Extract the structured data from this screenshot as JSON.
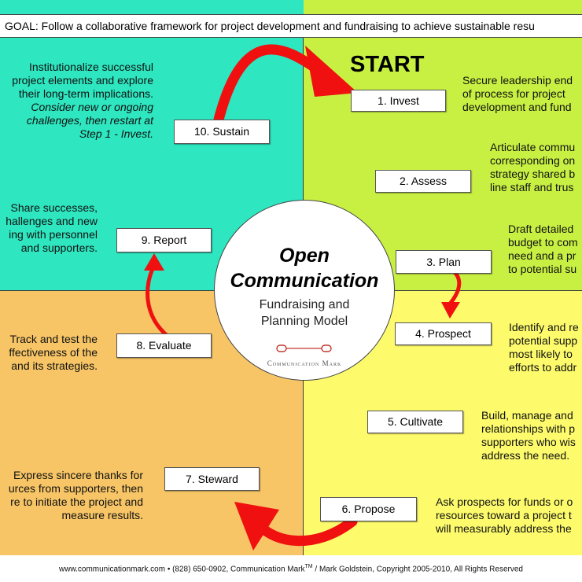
{
  "goal": "GOAL: Follow a collaborative framework for project development and fundraising to achieve sustainable resu",
  "start_label": "START",
  "center": {
    "title_line1": "Open",
    "title_line2": "Communication",
    "subtitle_line1": "Fundraising and",
    "subtitle_line2": "Planning Model",
    "brand": "Communication Mark"
  },
  "steps": {
    "invest": "1. Invest",
    "assess": "2. Assess",
    "plan": "3. Plan",
    "prospect": "4. Prospect",
    "cultivate": "5. Cultivate",
    "propose": "6. Propose",
    "steward": "7. Steward",
    "evaluate": "8. Evaluate",
    "report": "9. Report",
    "sustain": "10. Sustain"
  },
  "descriptions": {
    "sustain": [
      "Institutionalize successful",
      "project elements and explore",
      "their long-term implications."
    ],
    "sustain_italic": [
      "Consider new or ongoing",
      "challenges, then restart at",
      "Step 1 - Invest."
    ],
    "invest": [
      "Secure leadership end",
      "of process for project",
      "development and fund"
    ],
    "assess": [
      "Articulate commu",
      "corresponding on",
      "strategy shared b",
      "line staff and trus"
    ],
    "plan": [
      "Draft detailed",
      "budget to com",
      "need and a pr",
      "to potential su"
    ],
    "prospect": [
      "Identify and re",
      "potential supp",
      "most likely to",
      "efforts to addr"
    ],
    "cultivate": [
      "Build, manage and",
      "relationships with p",
      "supporters who wis",
      "address the need."
    ],
    "propose": [
      "Ask prospects for funds or o",
      "resources toward a project t",
      "will measurably address the"
    ],
    "report": [
      "Share successes,",
      "hallenges and new",
      "ing with personnel",
      "and supporters."
    ],
    "evaluate": [
      "Track and test the",
      "ffectiveness of the",
      "and its strategies."
    ],
    "steward": [
      "Express sincere thanks for",
      "urces from supporters, then",
      "re to initiate the project and",
      "measure results."
    ]
  },
  "footer": {
    "before_tm": "www.communicationmark.com • (828) 650-0902, Communication Mark",
    "tm": "TM",
    "after_tm": " / Mark Goldstein, Copyright 2005-2010, All Rights Reserved"
  },
  "colors": {
    "teal": "#2ee6c0",
    "lime": "#c8f043",
    "orange": "#f7c566",
    "yellow": "#fdfb6c",
    "arrow_red": "#f01010"
  }
}
